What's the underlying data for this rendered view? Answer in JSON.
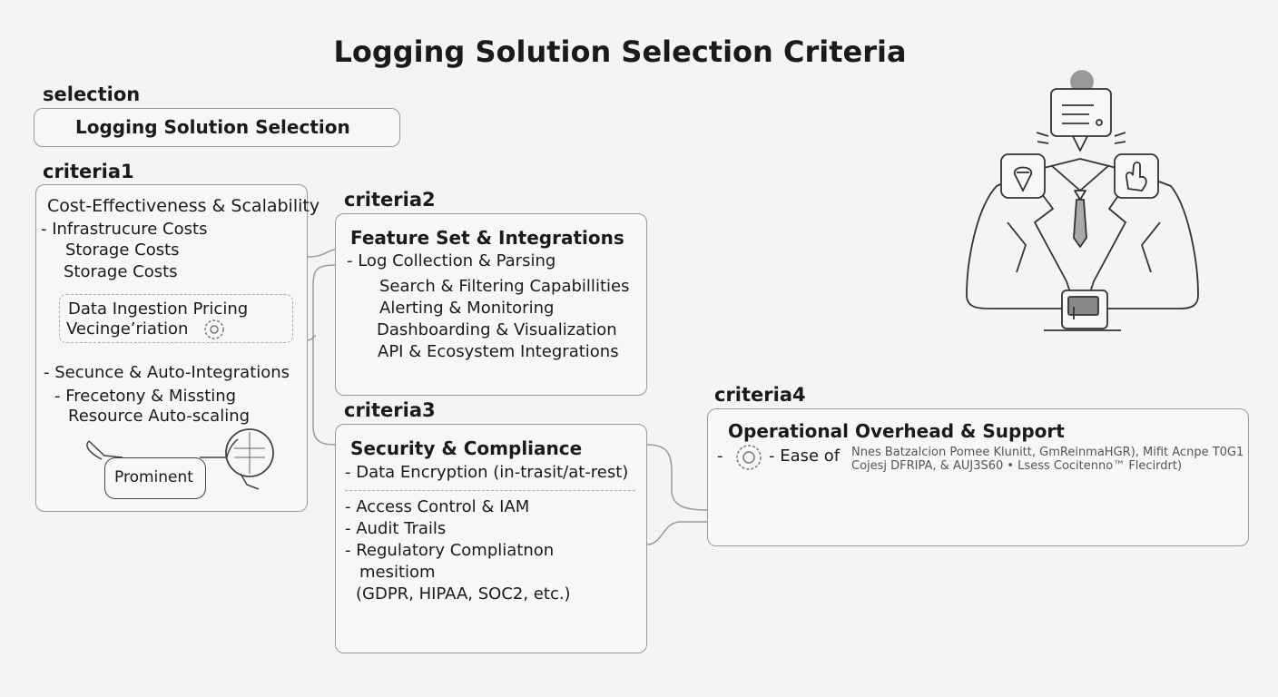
{
  "title": "Logging Solution Selection Criteria",
  "selection": {
    "label": "selection",
    "box_text": "Logging Solution Selection"
  },
  "criteria1": {
    "label": "criteria1",
    "heading": "Cost-Effectiveness & Scalability",
    "lines": [
      "- Infrastrucure Costs",
      "Storage Costs",
      "Storage Costs"
    ],
    "dashed_lines": [
      "Data Ingestion Pricing",
      "Vecinge’riation"
    ],
    "lines2": [
      "- Secunce & Auto-Integrations",
      "- Frecetony & Missting",
      "Resource Auto-scaling"
    ],
    "callout": "Prominent"
  },
  "criteria2": {
    "label": "criteria2",
    "heading": "Feature Set & Integrations",
    "lines": [
      "- Log Collection & Parsing",
      "Search & Filtering Capabillities",
      "Alerting & Monitoring",
      "Dashboarding & Visualization",
      "API & Ecosystem Integrations"
    ]
  },
  "criteria3": {
    "label": "criteria3",
    "heading": "Security & Compliance",
    "line_top": "- Data Encryption (in-trasit/at-rest)",
    "lines": [
      "- Access Control & IAM",
      "- Audit Trails",
      "- Regulatory Compliatnon",
      "mesitiom",
      "(GDPR, HIPAA, SOC2, etc.)"
    ]
  },
  "criteria4": {
    "label": "criteria4",
    "heading": "Operational Overhead & Support",
    "line_prefix": "-",
    "line_main": "- Ease of",
    "fine_print": [
      "Nnes Batzalcion Pomee Klunitt, GmReinmaHGR), Mifit Acnpe T0G1",
      "Cojesj DFRIPA, & AUJ3S60 • Lsess Cocitenno™ Flecirdrt)"
    ]
  },
  "icons": [
    "person-with-chat-icon",
    "location-pin-icon",
    "hand-icon",
    "monitor-icon",
    "gear-icon",
    "lock-shield-icon"
  ],
  "colors": {
    "background": "#f4f4f4",
    "border": "#9a9a9a",
    "text": "#1a1a1a"
  }
}
